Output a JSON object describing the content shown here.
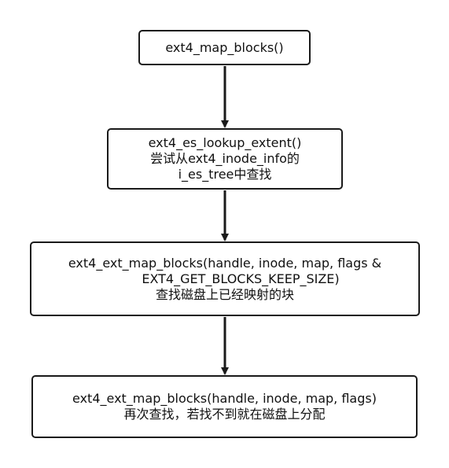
{
  "diagram": {
    "colors": {
      "stroke": "#1a1a1a",
      "background": "#ffffff",
      "text": "#111111"
    },
    "nodes": [
      {
        "id": "ext4-map-blocks",
        "lines": [
          "ext4_map_blocks()"
        ]
      },
      {
        "id": "ext4-es-lookup-extent",
        "lines": [
          "ext4_es_lookup_extent()",
          "尝试从ext4_inode_info的",
          "i_es_tree中查找"
        ]
      },
      {
        "id": "ext4-ext-map-blocks-keep-size",
        "lines": [
          "ext4_ext_map_blocks(handle, inode, map, flags &",
          "EXT4_GET_BLOCKS_KEEP_SIZE)",
          "查找磁盘上已经映射的块"
        ]
      },
      {
        "id": "ext4-ext-map-blocks-allocate",
        "lines": [
          "ext4_ext_map_blocks(handle, inode, map, flags)",
          "再次查找，若找不到就在磁盘上分配"
        ]
      }
    ],
    "edges": [
      {
        "from": "ext4-map-blocks",
        "to": "ext4-es-lookup-extent"
      },
      {
        "from": "ext4-es-lookup-extent",
        "to": "ext4-ext-map-blocks-keep-size"
      },
      {
        "from": "ext4-ext-map-blocks-keep-size",
        "to": "ext4-ext-map-blocks-allocate"
      }
    ]
  }
}
